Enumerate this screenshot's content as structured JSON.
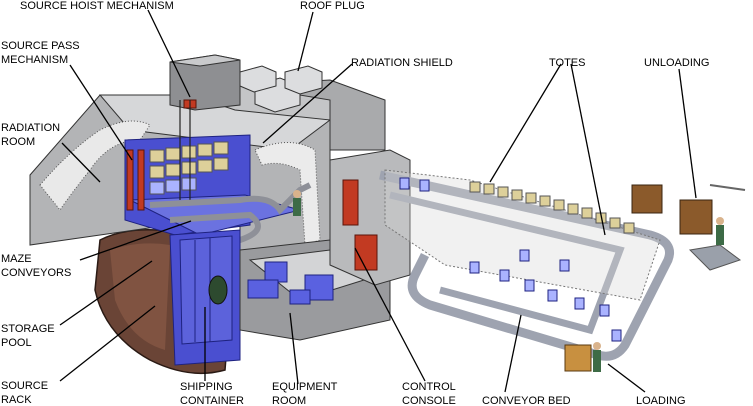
{
  "labels": {
    "source_hoist": "SOURCE HOIST MECHANISM",
    "roof_plug": "ROOF PLUG",
    "source_pass_1": "SOURCE PASS",
    "source_pass_2": "MECHANISM",
    "radiation_shield": "RADIATION SHIELD",
    "totes": "TOTES",
    "unloading": "UNLOADING",
    "radiation_room_1": "RADIATION",
    "radiation_room_2": "ROOM",
    "maze_1": "MAZE",
    "maze_2": "CONVEYORS",
    "storage_1": "STORAGE",
    "storage_2": "POOL",
    "source_rack_1": "SOURCE",
    "source_rack_2": "RACK",
    "shipping_1": "SHIPPING",
    "shipping_2": "CONTAINER",
    "equipment_1": "EQUIPMENT",
    "equipment_2": "ROOM",
    "control_1": "CONTROL",
    "control_2": "CONSOLE",
    "conveyor_bed": "CONVEYOR BED",
    "loading": "LOADING"
  },
  "colors": {
    "wall": "#b3b4b6",
    "wall_dark": "#7f8083",
    "wall_light": "#d6d7d9",
    "blue": "#4a4fd0",
    "blue_light": "#aab3ff",
    "tote": "#ddd09a",
    "pool": "#6a4436",
    "red": "#c23a22",
    "green": "#3d6b46"
  }
}
